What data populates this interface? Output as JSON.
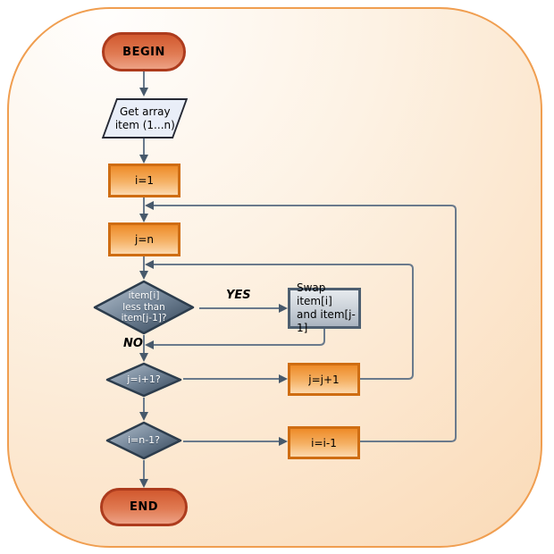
{
  "diagram": {
    "description": "Bubble sort flowchart",
    "nodes": {
      "begin": {
        "label": "BEGIN"
      },
      "get_array": {
        "line1": "Get array",
        "line2": "item (1...n)"
      },
      "init_i": {
        "label": "i=1"
      },
      "init_j": {
        "label": "j=n"
      },
      "compare": {
        "line1": "item[i]",
        "line2": "less than",
        "line3": "item[j-1]?"
      },
      "swap": {
        "line1": "Swap item[i]",
        "line2": "and item[j-1]"
      },
      "check_j": {
        "label": "j=i+1?"
      },
      "inc_j": {
        "label": "j=j+1"
      },
      "check_i": {
        "label": "i=n-1?"
      },
      "dec_i": {
        "label": "i=i-1"
      },
      "end": {
        "label": "END"
      }
    },
    "edge_labels": {
      "yes": "YES",
      "no": "NO"
    },
    "colors": {
      "frame_border": "#f09e50",
      "frame_fill_light": "#fffefd",
      "frame_fill_dark": "#f8d1a6",
      "connector": "#6a7a8c",
      "arrowhead": "#47596b",
      "terminal_border": "#ad3b1d",
      "terminal_gradient_top": "#d2592f",
      "terminal_gradient_bottom": "#eda286",
      "process_border": "#cf6d12",
      "process_gradient_top": "#ee8b28",
      "process_gradient_bottom": "#fcd9ae",
      "swap_border": "#4e5f70",
      "swap_gradient_top": "#e6eaee",
      "swap_gradient_bottom": "#aab4bf",
      "decision_border": "#2c3c4c",
      "decision_gradient_light": "#b7c3cf",
      "decision_gradient_dark": "#2f4052",
      "io_fill": "#e9eef8",
      "io_border": "#262934"
    }
  }
}
